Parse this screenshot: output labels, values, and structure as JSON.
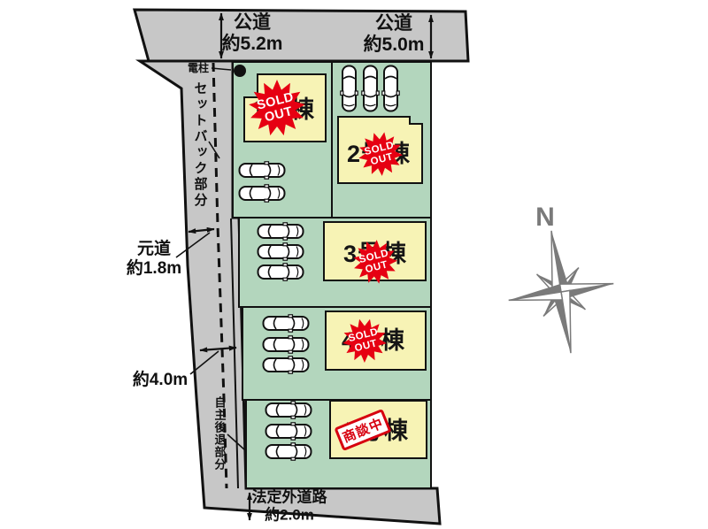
{
  "roads": {
    "top_left": {
      "name": "公道",
      "size": "約5.2m"
    },
    "top_right": {
      "name": "公道",
      "size": "約5.0m"
    },
    "left_upper": {
      "name": "元道",
      "size": "約1.8m"
    },
    "left_lower": {
      "size": "約4.0m"
    },
    "bottom": {
      "name": "法定外道路",
      "size": "約2.0m"
    }
  },
  "annotations": {
    "utility_pole": "電柱",
    "setback": "セットバック部分",
    "self_recession": "自主後退部分"
  },
  "compass": {
    "label": "N"
  },
  "lots": [
    {
      "label": "1号棟",
      "status": "SOLD OUT"
    },
    {
      "label": "2号棟",
      "status": "SOLD OUT"
    },
    {
      "label": "3号棟",
      "status": "SOLD OUT"
    },
    {
      "label": "4号棟",
      "status": "SOLD OUT"
    },
    {
      "label": "5号棟",
      "status": "商談中"
    }
  ],
  "badge": {
    "sold_line1": "SOLD",
    "sold_line2": "OUT",
    "negotiating": "商談中"
  },
  "colors": {
    "road": "#c7c7c7",
    "lot_green": "#b3d6bd",
    "building_yellow": "#f7f3b5",
    "badge_red": "#e60012",
    "stamp_red": "#d7000f",
    "compass_gray": "#7a7a7a"
  }
}
